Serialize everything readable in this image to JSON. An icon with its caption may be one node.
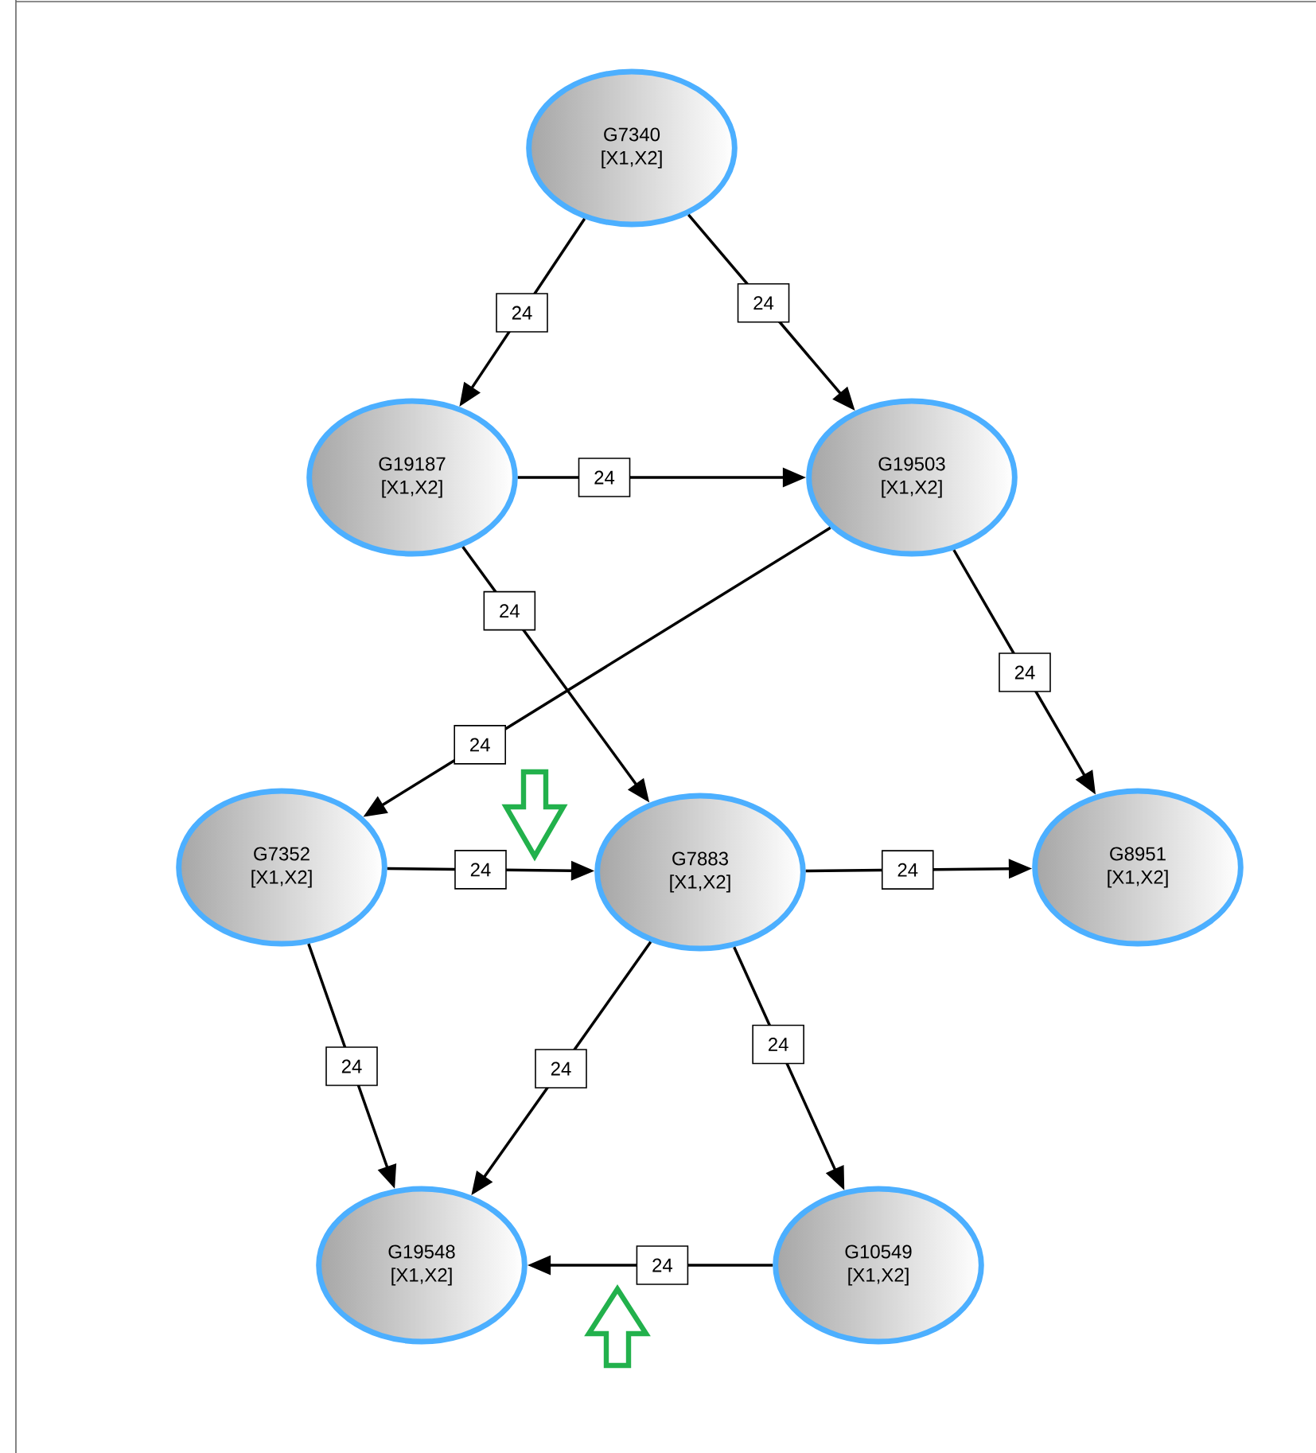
{
  "diagram": {
    "nodes": [
      {
        "text": [
          "G7340",
          "[X1,X2]"
        ]
      },
      {
        "text": [
          "G19187",
          "[X1,X2]"
        ]
      },
      {
        "text": [
          "G19503",
          "[X1,X2]"
        ]
      },
      {
        "text": [
          "G7352",
          "[X1,X2]"
        ]
      },
      {
        "text": [
          "G7883",
          "[X1,X2]"
        ]
      },
      {
        "text": [
          "G8951",
          "[X1,X2]"
        ]
      },
      {
        "text": [
          "G19548",
          "[X1,X2]"
        ]
      },
      {
        "text": [
          "G10549",
          "[X1,X2]"
        ]
      }
    ],
    "edges": [
      {
        "from": 0,
        "to": 1,
        "arrow": "to",
        "label": "24"
      },
      {
        "from": 0,
        "to": 2,
        "arrow": "to",
        "label": "24"
      },
      {
        "from": 1,
        "to": 2,
        "arrow": "to",
        "label": "24"
      },
      {
        "from": 1,
        "to": 4,
        "arrow": "to",
        "label": "24"
      },
      {
        "from": 2,
        "to": 3,
        "arrow": "to",
        "label": "24"
      },
      {
        "from": 2,
        "to": 5,
        "arrow": "to",
        "label": "24"
      },
      {
        "from": 3,
        "to": 4,
        "arrow": "to",
        "label": "24"
      },
      {
        "from": 4,
        "to": 5,
        "arrow": "to",
        "label": "24"
      },
      {
        "from": 3,
        "to": 6,
        "arrow": "to",
        "label": "24"
      },
      {
        "from": 4,
        "to": 6,
        "arrow": "to",
        "label": "24"
      },
      {
        "from": 4,
        "to": 7,
        "arrow": "to",
        "label": "24"
      },
      {
        "from": 7,
        "to": 6,
        "arrow": "to",
        "label": "24"
      }
    ]
  }
}
